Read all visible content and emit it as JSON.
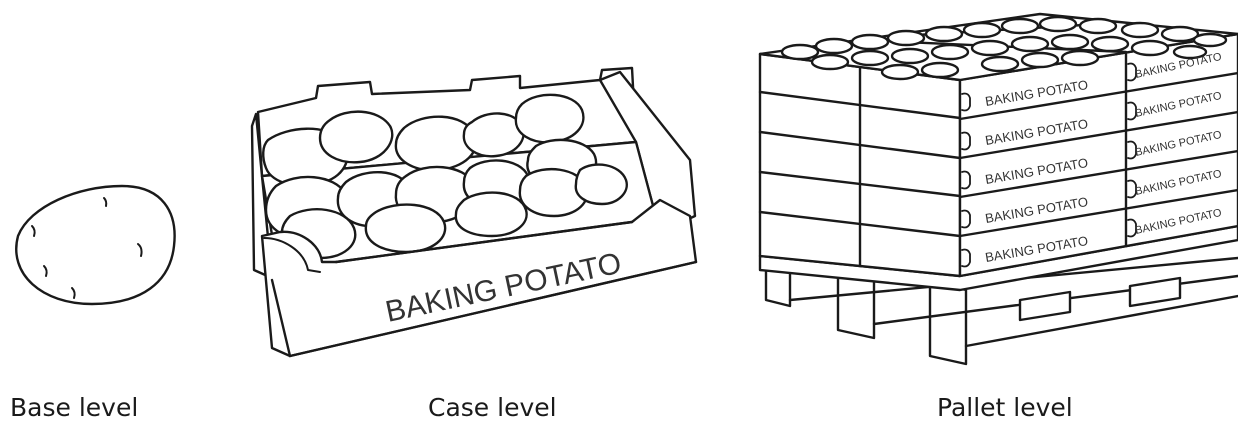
{
  "levels": {
    "base": {
      "label": "Base level"
    },
    "case": {
      "label": "Case level",
      "box_text": "BAKING POTATO"
    },
    "pallet": {
      "label": "Pallet level",
      "box_text": "BAKING POTATO",
      "rows": 5
    }
  },
  "colors": {
    "stroke": "#1a1a1a",
    "fill": "#ffffff",
    "text": "#333333"
  }
}
